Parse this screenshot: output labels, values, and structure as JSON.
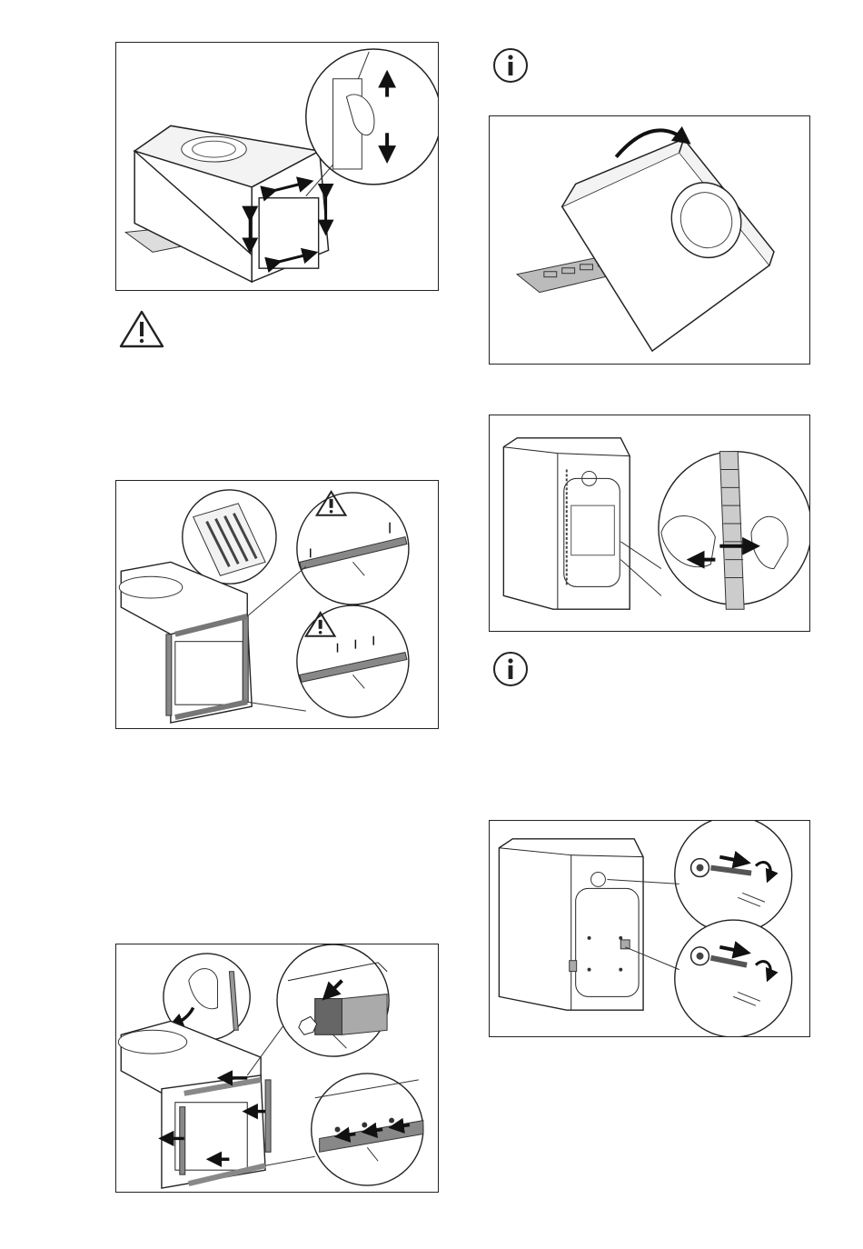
{
  "page": {
    "figures": [
      {
        "name": "clean-door-seal-figure"
      },
      {
        "name": "install-foam-strips-figure"
      },
      {
        "name": "fit-edge-strips-figure"
      },
      {
        "name": "tilt-machine-figure"
      },
      {
        "name": "remove-hose-clamp-figure"
      },
      {
        "name": "remove-transport-bolts-figure"
      }
    ],
    "icons": [
      "warning-icon",
      "info-icon",
      "info-icon",
      "warning-icon",
      "warning-icon"
    ]
  }
}
